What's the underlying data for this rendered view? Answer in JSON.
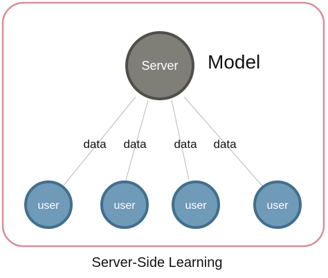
{
  "server": {
    "label": "Server",
    "fill": "#7f7f77",
    "stroke": "#4f4f4a"
  },
  "model_label": "Model",
  "users": [
    {
      "label": "user",
      "edge_label": "data"
    },
    {
      "label": "user",
      "edge_label": "data"
    },
    {
      "label": "user",
      "edge_label": "data"
    },
    {
      "label": "user",
      "edge_label": "data"
    }
  ],
  "user_style": {
    "fill": "#6f9ab8",
    "stroke": "#426f8d"
  },
  "frame_color": "#d98c98",
  "caption": "Server-Side Learning"
}
